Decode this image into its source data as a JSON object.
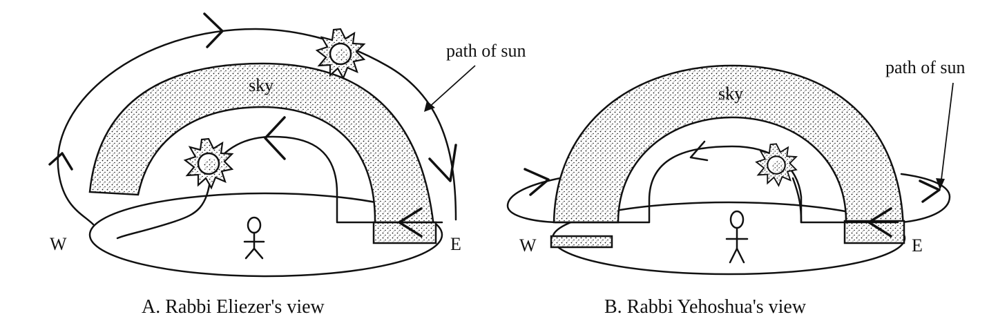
{
  "panel_a": {
    "caption": "A. Rabbi Eliezer's view",
    "sky_label": "sky",
    "path_label": "path of sun",
    "west_label": "W",
    "east_label": "E"
  },
  "panel_b": {
    "caption": "B. Rabbi Yehoshua's view",
    "sky_label": "sky",
    "path_label": "path of sun",
    "west_label": "W",
    "east_label": "E"
  },
  "colors": {
    "ink": "#111111",
    "background": "#ffffff"
  }
}
